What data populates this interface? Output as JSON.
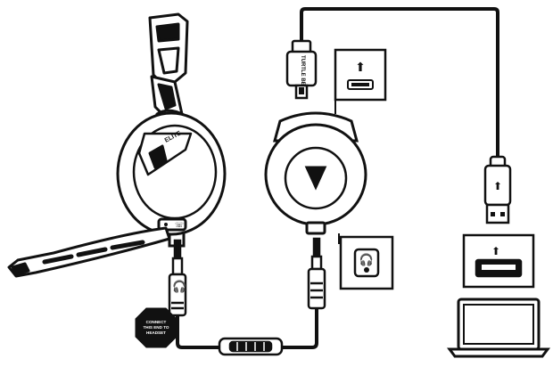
{
  "headset": {
    "brand_text": "ELITE"
  },
  "usb_cable": {
    "plug_text": "TURTLE BEACH"
  },
  "inline_label": {
    "line1": "CONNECT",
    "line2": "THIS END TO",
    "line3": "HEADSET"
  },
  "icons": {
    "usb_port": "usb-icon",
    "headphone_port": "headphone-icon",
    "laptop_usb": "usb-icon",
    "plug_headphone": "headphone-icon"
  },
  "colors": {
    "stroke": "#111111",
    "fill": "#ffffff",
    "accent": "#1a1a1a",
    "gray": "#d9d9d9"
  }
}
